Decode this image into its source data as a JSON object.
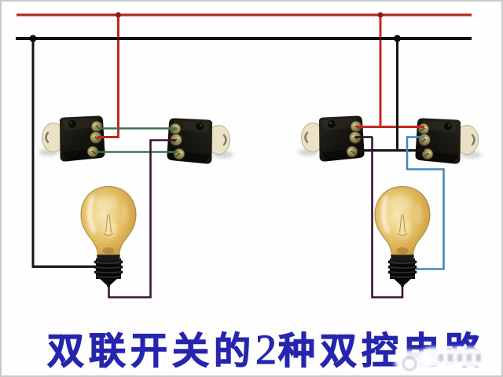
{
  "caption": {
    "part1": "双联开关的",
    "number": "2",
    "part2": "种双控电路",
    "full_text": "双联开关的2种双控电路"
  },
  "colors": {
    "caption_blue": "#2525ae",
    "bus_red": "#b7291f",
    "bus_black": "#121212",
    "wire_red": "#c02a20",
    "wire_black": "#141414",
    "wire_green": "#3f7352",
    "wire_purple": "#381437",
    "wire_blue": "#4585bb",
    "junction_red": "#8f1b13",
    "junction_black": "#0a0a0a"
  },
  "components": {
    "buses": [
      {
        "name": "live-wire-bus",
        "color_key": "bus_red"
      },
      {
        "name": "neutral-wire-bus",
        "color_key": "bus_black"
      }
    ],
    "circuits": [
      {
        "name": "left-two-way-circuit",
        "switches": [
          "switch-1",
          "switch-2"
        ],
        "bulb": "bulb-left"
      },
      {
        "name": "right-two-way-circuit",
        "switches": [
          "switch-3",
          "switch-4"
        ],
        "bulb": "bulb-right"
      }
    ]
  }
}
